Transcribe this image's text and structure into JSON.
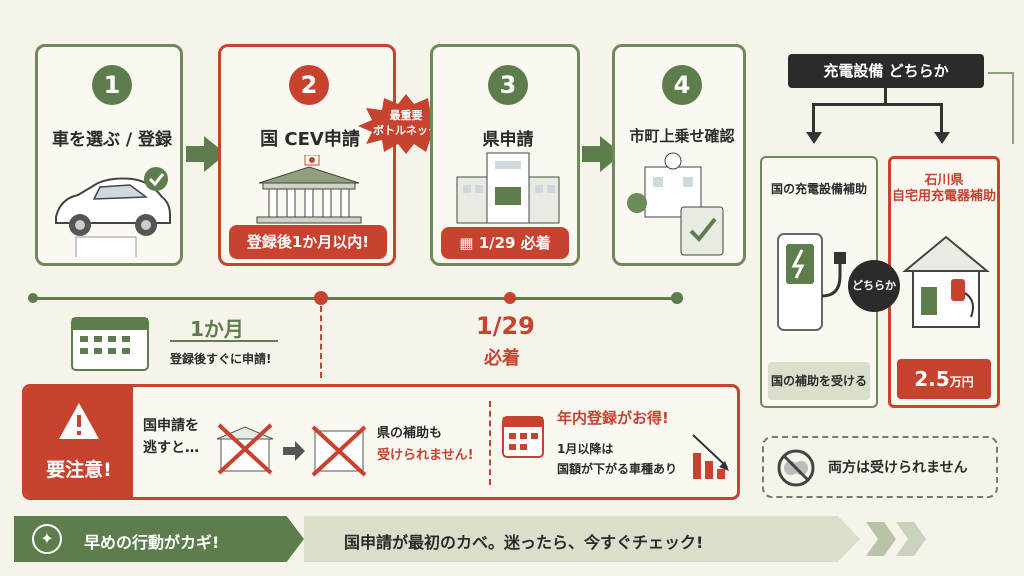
{
  "steps": [
    {
      "num": "1",
      "title": "車を選ぶ / 登録"
    },
    {
      "num": "2",
      "title": "国 CEV申請",
      "badge": "登録後1か月以内!"
    },
    {
      "num": "3",
      "title": "県申請",
      "badge": "1/29 必着"
    },
    {
      "num": "4",
      "title": "市町上乗せ確認"
    }
  ],
  "bottleneck": {
    "line1": "最重要",
    "line2": "ボトルネック"
  },
  "timeline": {
    "left_label": "1か月",
    "left_sub": "登録後すぐに申請!",
    "right_label": "1/29",
    "right_sub": "必着"
  },
  "charger": {
    "title": "充電設備 どちらか",
    "national_title": "国の充電設備補助",
    "national_note": "国の補助を受ける",
    "either": "どちらか",
    "ishikawa_title1": "石川県",
    "ishikawa_title2": "自宅用充電器補助",
    "ishikawa_amount": "2.5",
    "ishikawa_unit": "万円",
    "both_note": "両方は受けられません"
  },
  "warning": {
    "label": "要注意!",
    "miss_text1": "国申請を",
    "miss_text2": "逃すと…",
    "consequence1": "県の補助も",
    "consequence2": "受けられません!",
    "year_title": "年内登録がお得!",
    "year_text1": "1月以降は",
    "year_text2": "国額が下がる車種あり"
  },
  "footer": {
    "left": "早めの行動がカギ!",
    "right": "国申請が最初のカベ。迷ったら、今すぐチェック!"
  },
  "colors": {
    "green": "#5d7d4c",
    "red": "#c8432f",
    "bg": "#f6f3ea"
  }
}
